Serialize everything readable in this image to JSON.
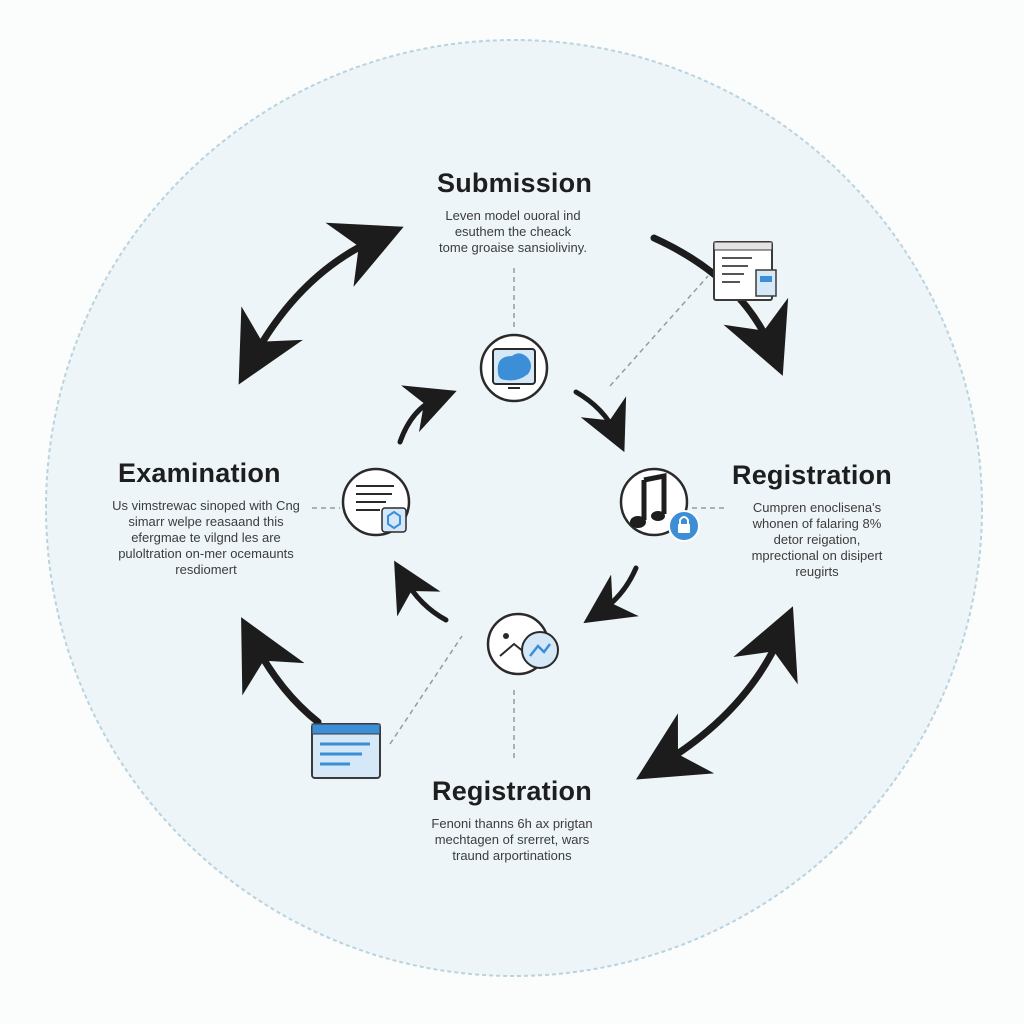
{
  "colors": {
    "circle_fill": "#eef5f8",
    "circle_stroke": "#b9d3df",
    "arrow": "#1c1c1c",
    "icon_blue": "#3c8fd6",
    "icon_light_blue": "#d4e8f8",
    "dashed_line": "#9a9a9a"
  },
  "stages": {
    "top": {
      "title": "Submission",
      "desc": "Leven model ouoral ind\nesuthem the cheack\ntome groaise sansioliviny."
    },
    "right": {
      "title": "Registration",
      "desc": "Cumpren enoclisena's\nwhonen of falaring 8%\ndetor reigation,\nmprectional on disipert\nreugirts"
    },
    "left": {
      "title": "Examination",
      "desc": "Us vimstrewac sinoped with Cng\nsimarr welpe reasaand this\nefergmae te vilgnd les are\npuloltration on-mer ocemaunts\nresdiomert"
    },
    "bottom": {
      "title": "Registration",
      "desc": "Fenoni thanns 6h ax prigtan\nmechtagen of srerret, wars\ntraund arportinations"
    }
  },
  "icons": {
    "center_top": "monitor-blob-icon",
    "center_right": "music-note-lock-icon",
    "center_bottom": "image-search-icon",
    "center_left": "document-cube-icon",
    "corner_top_right": "document-window-icon",
    "corner_bottom_left": "browser-window-icon"
  }
}
